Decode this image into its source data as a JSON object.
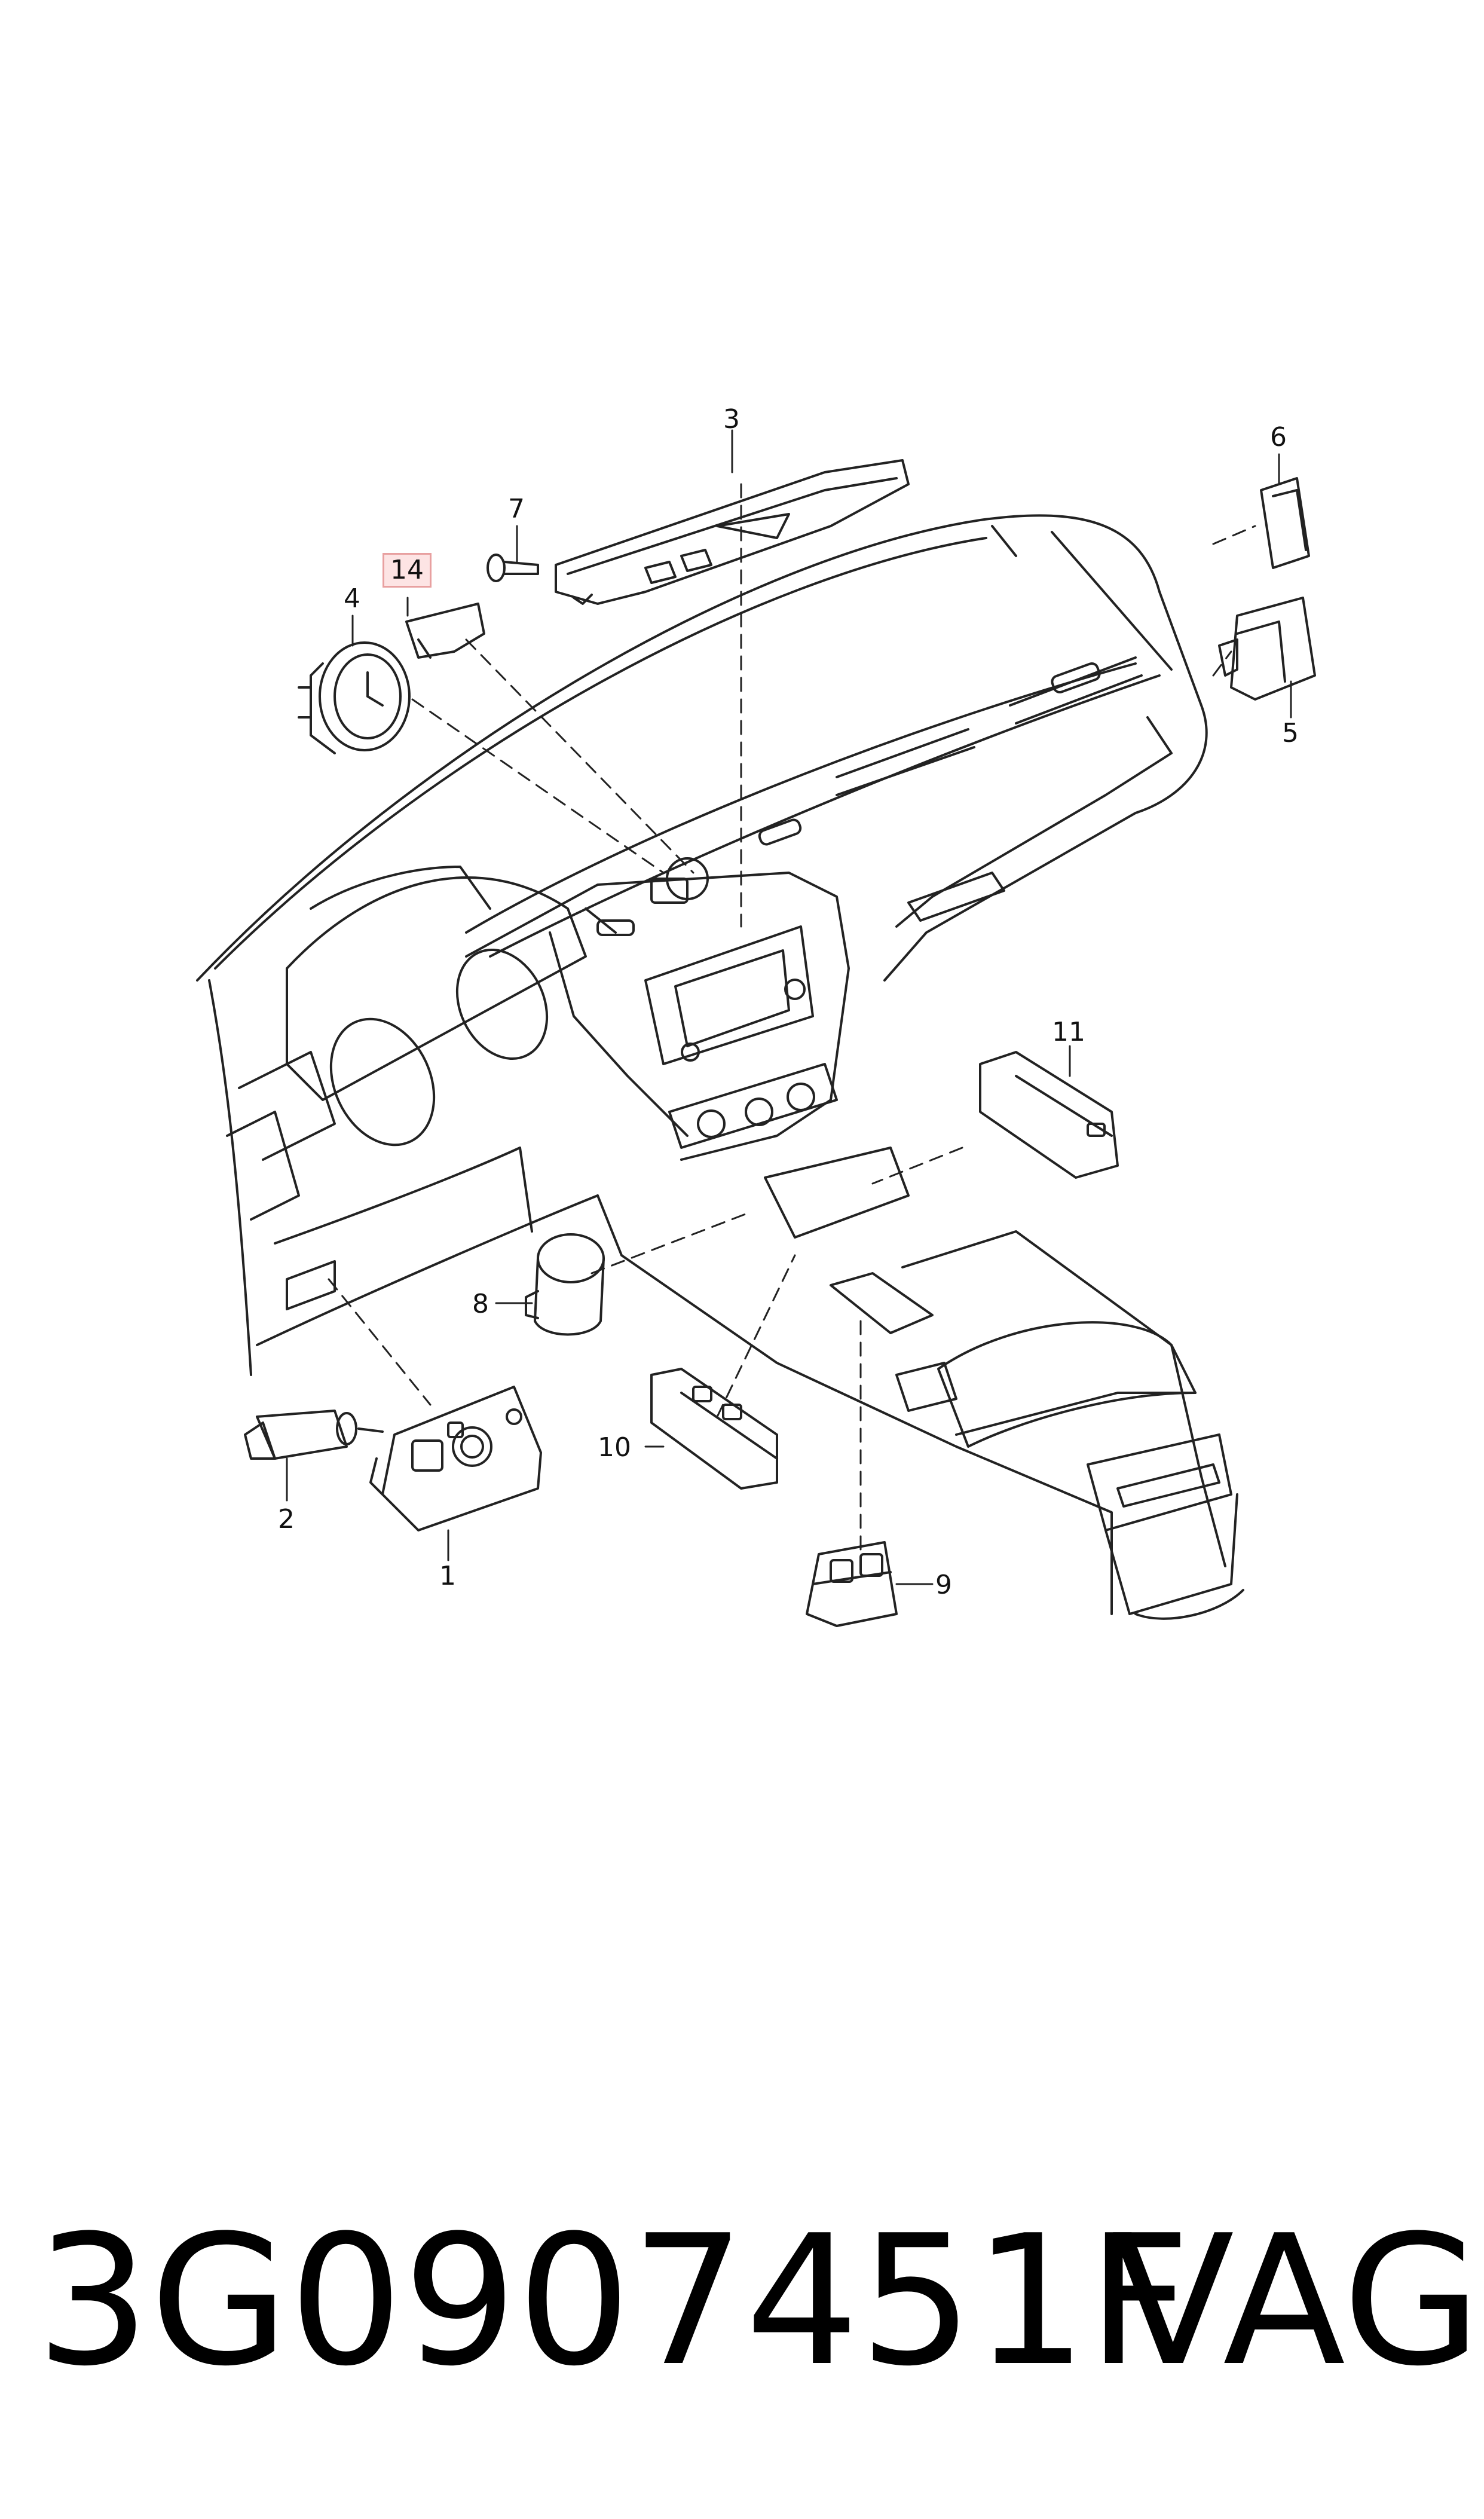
{
  "callouts": [
    {
      "id": "1",
      "label": "1"
    },
    {
      "id": "2",
      "label": "2"
    },
    {
      "id": "3",
      "label": "3"
    },
    {
      "id": "4",
      "label": "4"
    },
    {
      "id": "5",
      "label": "5"
    },
    {
      "id": "6",
      "label": "6"
    },
    {
      "id": "7",
      "label": "7"
    },
    {
      "id": "8",
      "label": "8"
    },
    {
      "id": "9",
      "label": "9"
    },
    {
      "id": "10",
      "label": "10"
    },
    {
      "id": "11",
      "label": "11"
    },
    {
      "id": "14",
      "label": "14",
      "highlighted": true
    }
  ],
  "caption": {
    "part_number": "3G0907451F",
    "brand": "VAG"
  },
  "colors": {
    "line": "#222222",
    "highlight_fill": "#fde4e4",
    "highlight_border": "#e8a0a0"
  },
  "component_icons": {
    "headlight-switch": "part-1",
    "sensor": "part-2",
    "hazard-control-panel": "part-3",
    "clock": "part-4",
    "switch-module-right": "part-5",
    "cover-cap": "part-6",
    "screw": "part-7",
    "start-stop-button": "part-8",
    "switch-module-console": "part-9",
    "switch-panel-center": "part-10",
    "switch-panel-upper": "part-11",
    "sensor-cover": "part-14"
  }
}
